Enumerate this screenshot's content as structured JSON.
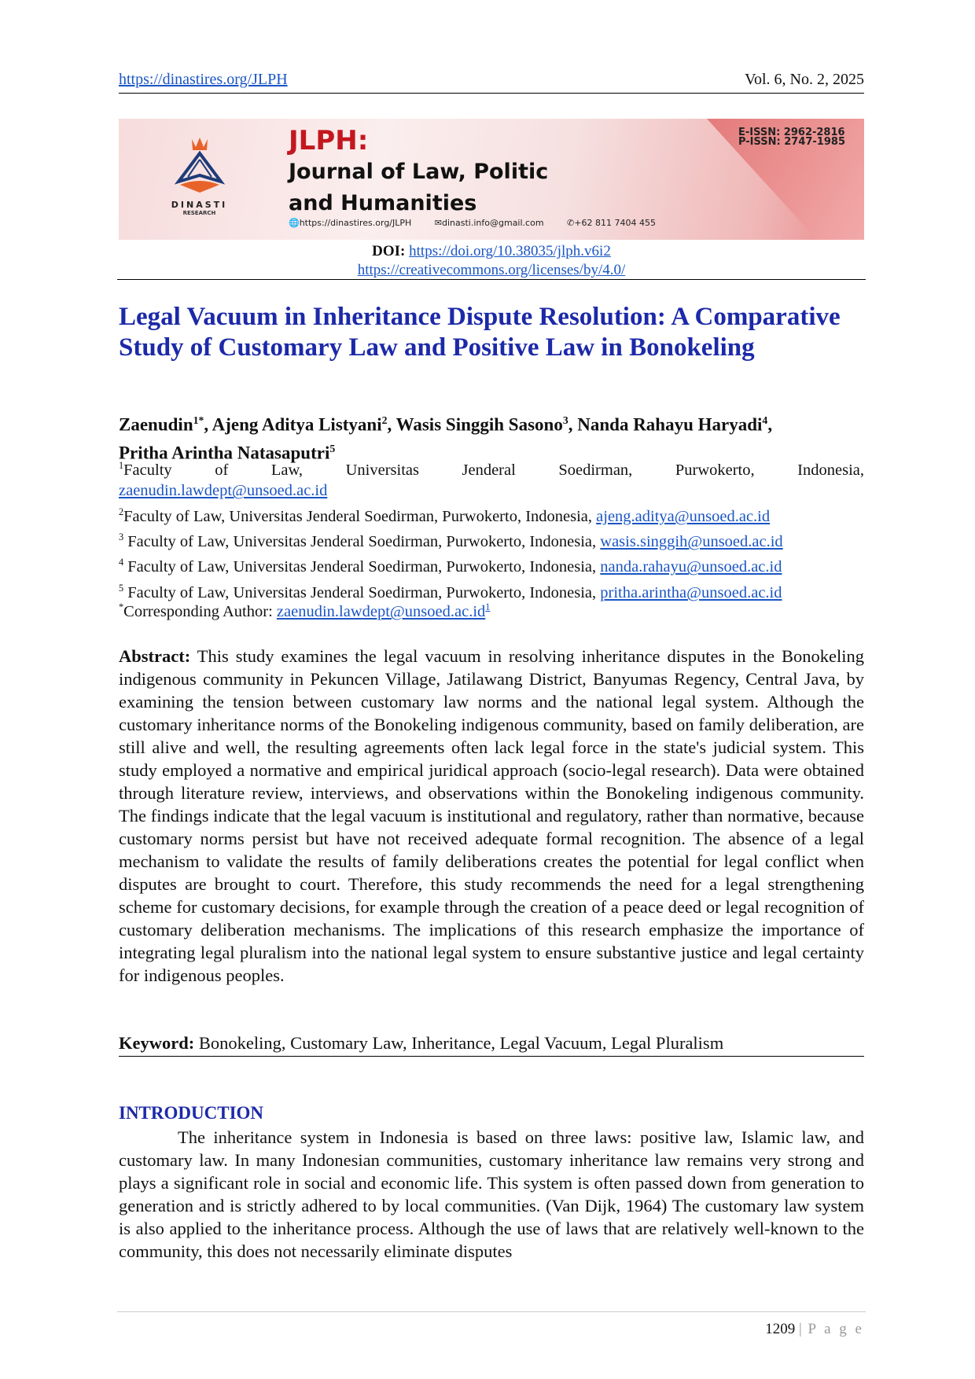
{
  "header": {
    "url": "https://dinastires.org/JLPH",
    "volume": "Vol. 6, No. 2, 2025"
  },
  "banner": {
    "publisher": "DINASTI",
    "publisher_sub": "RESEARCH",
    "acronym": "JLPH:",
    "name_line1": "Journal of Law, Politic",
    "name_line2": "and Humanities",
    "website": "https://dinastires.org/JLPH",
    "email": "dinasti.info@gmail.com",
    "phone": "+62 811 7404 455",
    "eissn": "E-ISSN: 2962-2816",
    "pissn": "P-ISSN: 2747-1985"
  },
  "doi": {
    "label": "DOI:",
    "url": "https://doi.org/10.38035/jlph.v6i2",
    "license": "https://creativecommons.org/licenses/by/4.0/"
  },
  "title": "Legal Vacuum in Inheritance Dispute Resolution: A Comparative Study of Customary Law and Positive Law in Bonokeling",
  "authors": [
    {
      "name": "Zaenudin",
      "sup": "1*"
    },
    {
      "name": "Ajeng Aditya Listyani",
      "sup": "2"
    },
    {
      "name": "Wasis Singgih Sasono",
      "sup": "3"
    },
    {
      "name": "Nanda Rahayu Haryadi",
      "sup": "4"
    },
    {
      "name": "Pritha Arintha Natasaputri",
      "sup": "5"
    }
  ],
  "affiliations": [
    {
      "sup": "1",
      "text": "Faculty of Law, Universitas Jenderal Soedirman, Purwokerto, Indonesia,",
      "email": "zaenudin.lawdept@unsoed.ac.id"
    },
    {
      "sup": "2",
      "text": "Faculty of Law, Universitas Jenderal Soedirman, Purwokerto, Indonesia,",
      "email": "ajeng.aditya@unsoed.ac.id"
    },
    {
      "sup": "3",
      "text": "Faculty of Law, Universitas Jenderal Soedirman, Purwokerto, Indonesia,",
      "email": "wasis.singgih@unsoed.ac.id"
    },
    {
      "sup": "4",
      "text": "Faculty of Law, Universitas Jenderal Soedirman, Purwokerto, Indonesia,",
      "email": "nanda.rahayu@unsoed.ac.id"
    },
    {
      "sup": "5",
      "text": "Faculty of Law, Universitas Jenderal Soedirman, Purwokerto, Indonesia,",
      "email": "pritha.arintha@unsoed.ac.id"
    }
  ],
  "corresponding": {
    "sup": "*",
    "label": "Corresponding Author:",
    "email": "zaenudin.lawdept@unsoed.ac.id",
    "email_sup": "1"
  },
  "abstract": {
    "label": "Abstract:",
    "text": "This study examines the legal vacuum in resolving inheritance disputes in the Bonokeling indigenous community in Pekuncen Village, Jatilawang District, Banyumas Regency, Central Java, by examining the tension between customary law norms and the national legal system. Although the customary inheritance norms of the Bonokeling indigenous community, based on family deliberation, are still alive and well, the resulting agreements often lack legal force in the state's judicial system. This study employed a normative and empirical juridical approach (socio-legal research). Data were obtained through literature review, interviews, and observations within the Bonokeling indigenous community. The findings indicate that the legal vacuum is institutional and regulatory, rather than normative, because customary norms persist but have not received adequate formal recognition. The absence of a legal mechanism to validate the results of family deliberations creates the potential for legal conflict when disputes are brought to court. Therefore, this study recommends the need for a legal strengthening scheme for customary decisions, for example through the creation of a peace deed or legal recognition of customary deliberation mechanisms. The implications of this research emphasize the importance of integrating legal pluralism into the national legal system to ensure substantive justice and legal certainty for indigenous peoples."
  },
  "keywords": {
    "label": "Keyword:",
    "text": "Bonokeling, Customary Law, Inheritance, Legal Vacuum, Legal Pluralism"
  },
  "introduction": {
    "heading": "INTRODUCTION",
    "text": "The inheritance system in Indonesia is based on three laws: positive law, Islamic law, and customary law. In many Indonesian communities, customary inheritance law remains very strong and plays a significant role in social and economic life. This system is often passed down from generation to generation and is strictly adhered to by local communities. (Van Dijk, 1964) The customary law system is also applied to the inheritance process. Although the use of laws that are relatively well-known to the community, this does not necessarily eliminate disputes"
  },
  "footer": {
    "page": "1209",
    "separator": "|",
    "label": "P a g e"
  }
}
